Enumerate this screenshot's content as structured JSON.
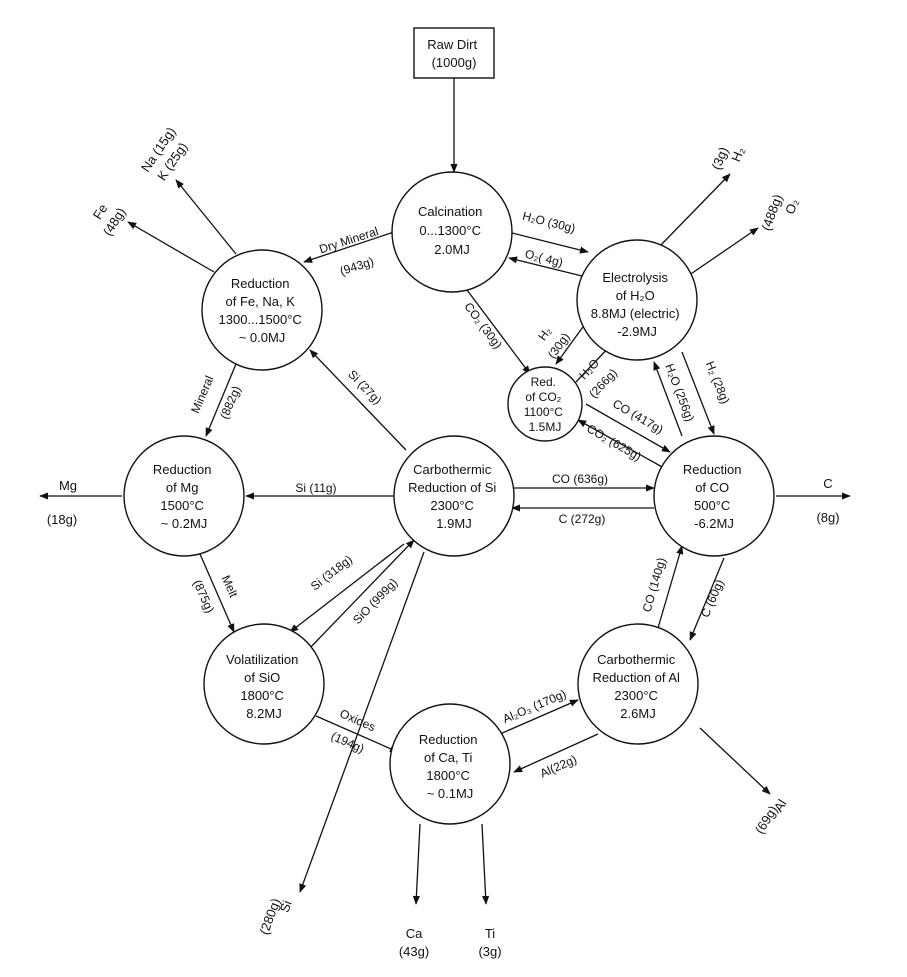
{
  "nodes": {
    "raw_dirt": [
      "Raw Dirt",
      "(1000g)"
    ],
    "calcination": [
      "Calcination",
      "0...1300°C",
      "2.0MJ"
    ],
    "electrolysis": [
      "Electrolysis",
      "of H₂O",
      "8.8MJ (electric)",
      "-2.9MJ"
    ],
    "red_co2": [
      "Red.",
      "of  CO₂",
      "1100°C",
      "1.5MJ"
    ],
    "red_fe": [
      "Reduction",
      "of Fe, Na, K",
      "1300...1500°C",
      "~ 0.0MJ"
    ],
    "red_mg": [
      "Reduction",
      "of Mg",
      "1500°C",
      "~ 0.2MJ"
    ],
    "carbo_si": [
      "Carbothermic",
      "Reduction of Si",
      "2300°C",
      "1.9MJ"
    ],
    "red_co": [
      "Reduction",
      "of CO",
      "500°C",
      "-6.2MJ"
    ],
    "vol_sio": [
      "Volatilization",
      "of SiO",
      "1800°C",
      "8.2MJ"
    ],
    "carbo_al": [
      "Carbothermic",
      "Reduction of Al",
      "2300°C",
      "2.6MJ"
    ],
    "red_ca": [
      "Reduction",
      "of Ca, Ti",
      "1800°C",
      "~ 0.1MJ"
    ]
  },
  "edges": {
    "h2o_30": "H₂O (30g)",
    "o2_4": "O₂( 4g)",
    "dry_mineral": "Dry Mineral",
    "dry_mineral_mass": "(943g)",
    "co2_30": "CO₂ (30g)",
    "h2_30a": "H₂",
    "h2_30b": "(30g)",
    "h2o_266": "H₂O",
    "h2o_266b": "(266g)",
    "h2o_256": "H₂O (256g)",
    "h2_28": "H₂ (28g)",
    "co_417": "CO (417g)",
    "co2_625": "CO₂ (625g)",
    "si_27": "Si (27g)",
    "mineral": "Mineral",
    "mineral_mass": "(882g)",
    "si_11": "Si (11g)",
    "co_636": "CO (636g)",
    "c_272": "C (272g)",
    "melt": "Melt",
    "melt_mass": "(875g)",
    "si_318": "Si (318g)",
    "sio_999": "SiO (999g)",
    "oxides": "Oxides",
    "oxides_mass": "(194g)",
    "co_140": "CO (140g)",
    "c_60": "C (60g)",
    "al2o3_170": "Al₂O₃ (170g)",
    "al_22": "Al(22g)"
  },
  "outputs": {
    "h2": [
      "H₂",
      "(3g)"
    ],
    "o2": [
      "O₂",
      "(488g)"
    ],
    "na_k": [
      "Na (15g)",
      "K (25g)"
    ],
    "fe": [
      "Fe",
      "(48g)"
    ],
    "mg": [
      "Mg",
      "(18g)"
    ],
    "c": [
      "C",
      "(8g)"
    ],
    "si": [
      "Si",
      "(280g)"
    ],
    "ca": [
      "Ca",
      "(43g)"
    ],
    "ti": [
      "Ti",
      "(3g)"
    ],
    "al": [
      "Al",
      "(69g)"
    ]
  }
}
